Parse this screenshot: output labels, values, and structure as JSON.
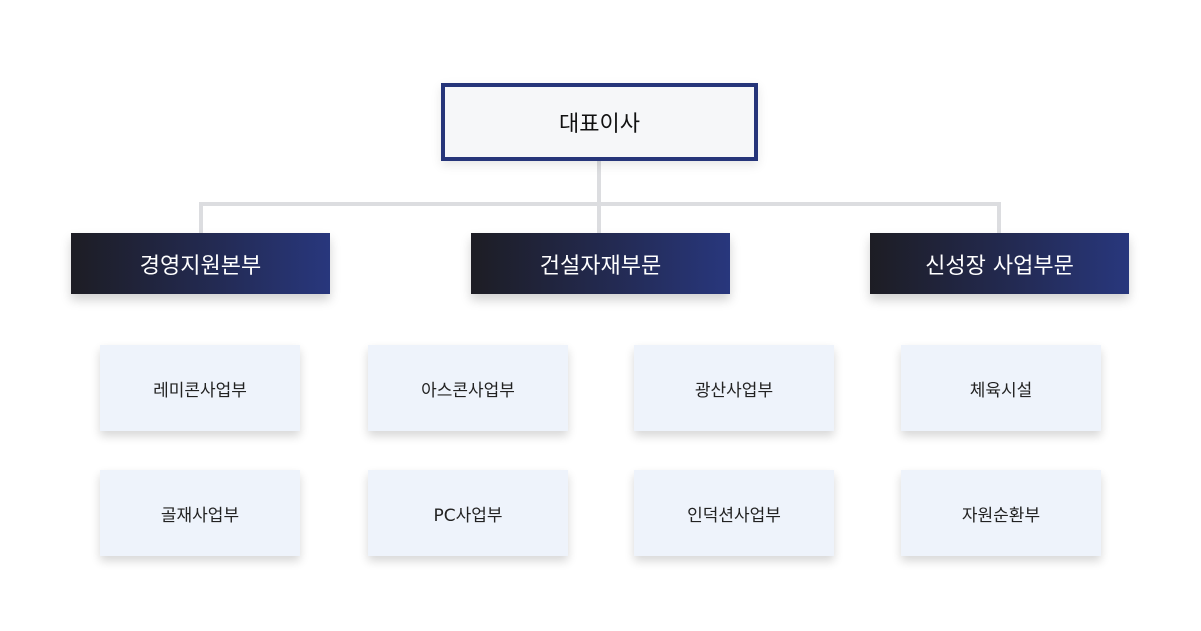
{
  "org": {
    "ceo": "대표이사",
    "divisions": [
      "경영지원본부",
      "건설자재부문",
      "신성장 사업부문"
    ],
    "departments": [
      [
        "레미콘사업부",
        "골재사업부"
      ],
      [
        "아스콘사업부",
        "PC사업부"
      ],
      [
        "광산사업부",
        "인덕션사업부"
      ],
      [
        "체육시설",
        "자원순환부"
      ]
    ]
  },
  "colors": {
    "ceo_border": "#26357a",
    "division_gradient_start": "#1d1d24",
    "division_gradient_end": "#28377d",
    "department_background": "#eef3fb",
    "connector": "#dcdde0"
  }
}
